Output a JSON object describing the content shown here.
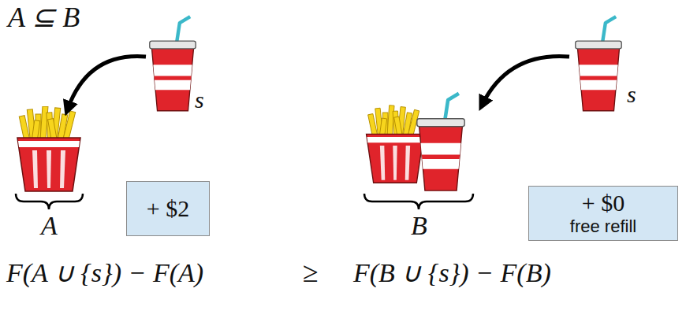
{
  "diagram": {
    "nodes": [
      {
        "text": [
          "+ $2"
        ]
      },
      {
        "text": [
          "+ $0",
          "free refill"
        ]
      }
    ],
    "labels": [
      "A ⊆ B",
      "s",
      "s",
      "A",
      "B",
      "F(A ∪ {s}) − F(A)",
      "≥",
      "F(B ∪ {s}) − F(B)"
    ]
  }
}
